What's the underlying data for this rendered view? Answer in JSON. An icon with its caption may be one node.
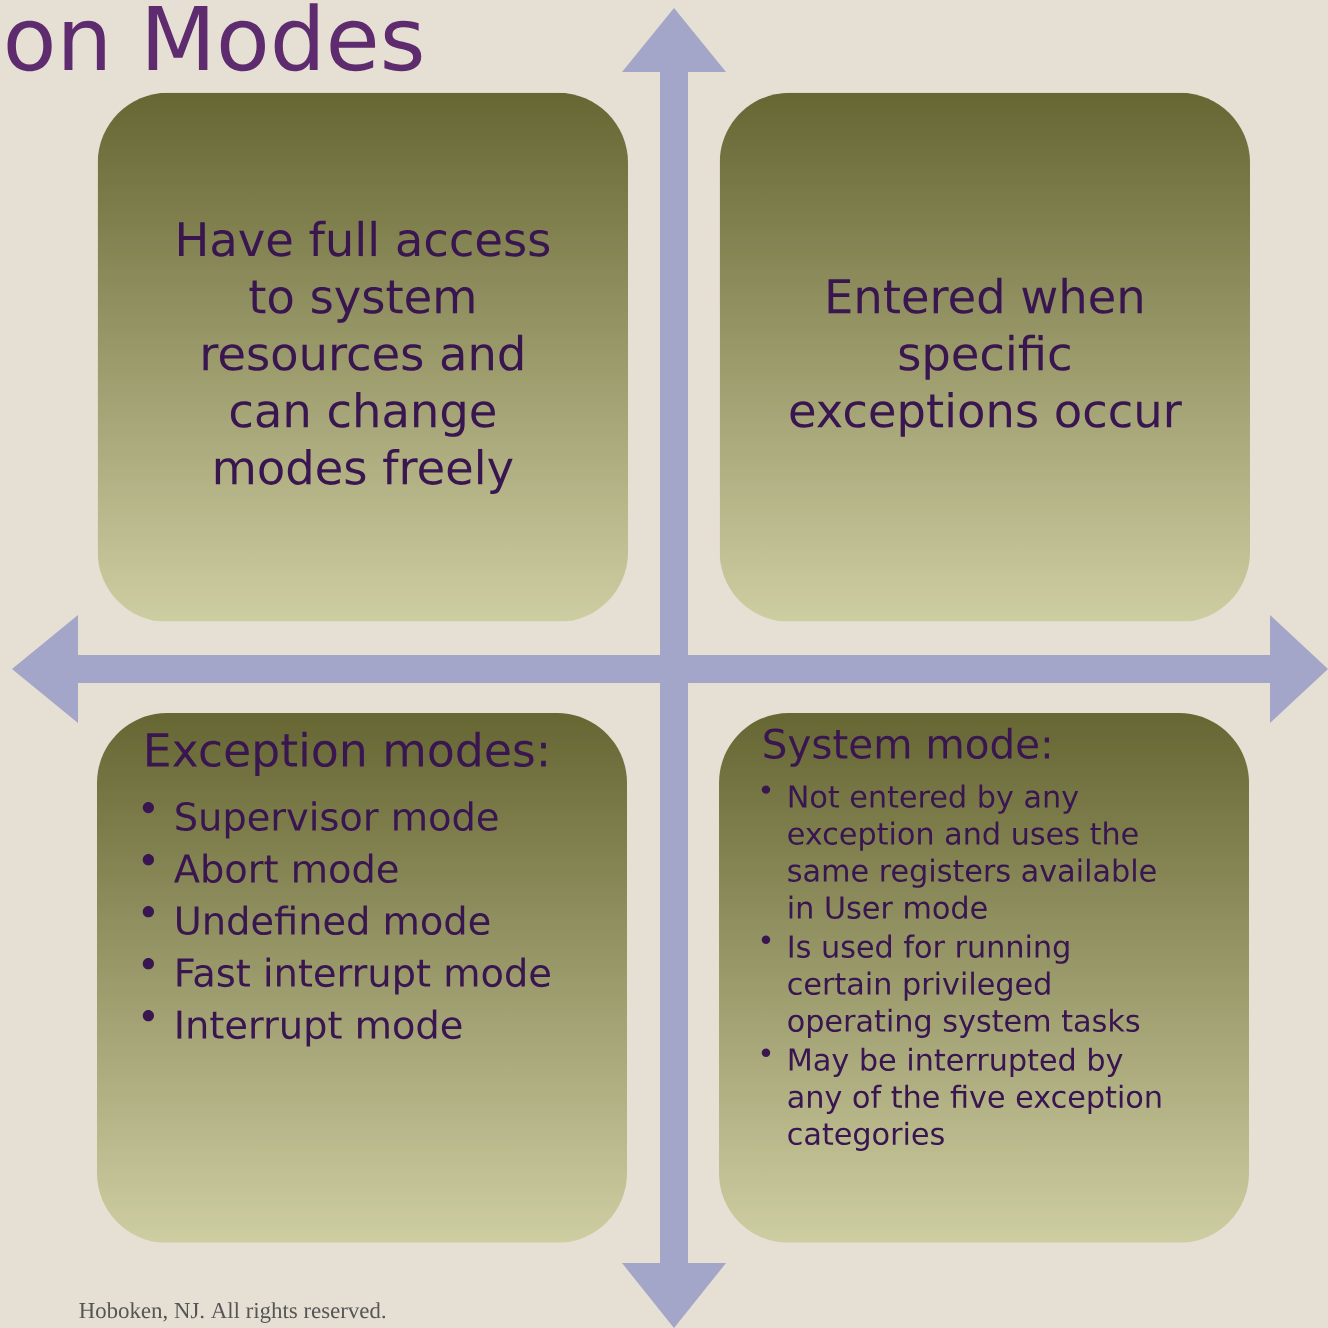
{
  "diagram": {
    "title": "on Modes",
    "nodes": [
      {
        "text": [
          "Have full access to system resources and can change modes freely"
        ]
      },
      {
        "text": [
          "Entered when specific exceptions occur"
        ]
      },
      {
        "text": [
          "Exception modes:",
          "Supervisor mode",
          "Abort mode",
          "Undefined mode",
          "Fast interrupt mode",
          "Interrupt mode"
        ]
      },
      {
        "text": [
          "System mode:",
          "Not entered by any exception and uses the same registers available in User mode",
          "Is used for running certain privileged operating system tasks",
          "May be interrupted by any of the five exception categories"
        ]
      }
    ],
    "labels": [
      "Hoboken, NJ. All rights reserved."
    ]
  }
}
